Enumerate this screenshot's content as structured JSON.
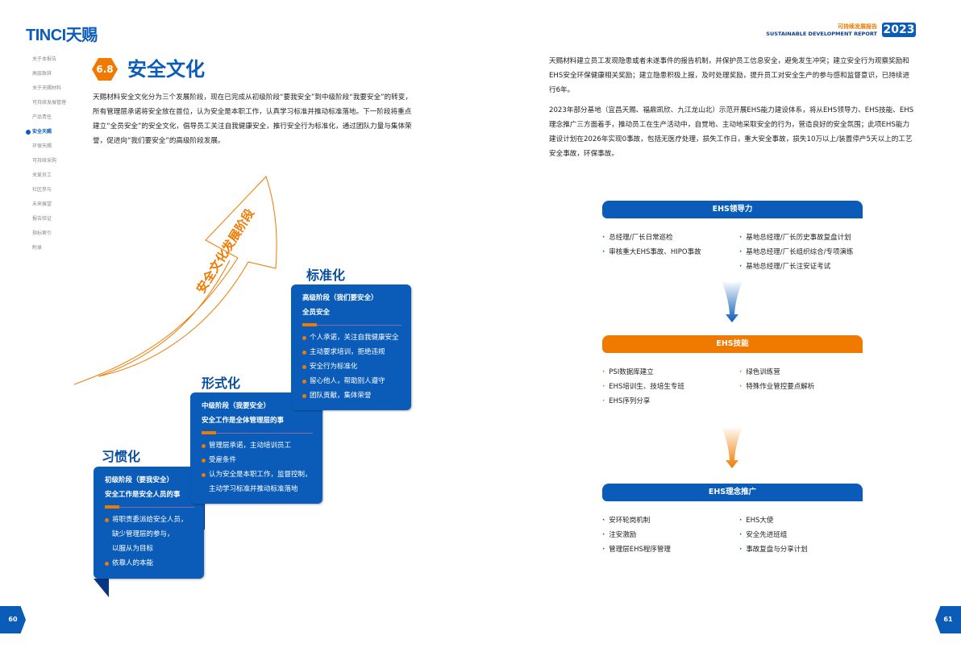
{
  "header": {
    "logo": "TINCI天赐",
    "report_cn": "可持续发展报告",
    "report_en": "SUSTAINABLE DEVELOPMENT REPORT",
    "year": "2023"
  },
  "sidebar": {
    "items": [
      {
        "label": "关于本报告"
      },
      {
        "label": "高层致辞"
      },
      {
        "label": "关于天赐材料"
      },
      {
        "label": "可持续发展管理"
      },
      {
        "label": "产品责任"
      },
      {
        "label": "安全天赐",
        "active": true
      },
      {
        "label": "环保天赐"
      },
      {
        "label": "可持续采购"
      },
      {
        "label": "关爱员工"
      },
      {
        "label": "社区参与"
      },
      {
        "label": "未来展望"
      },
      {
        "label": "报告验证"
      },
      {
        "label": "指标索引"
      },
      {
        "label": "附录"
      }
    ]
  },
  "section": {
    "number": "6.8",
    "title": "安全文化"
  },
  "left_paragraph": "天赐材料安全文化分为三个发展阶段，现在已完成从初级阶段“要我安全”到中级阶段“我要安全”的转变，所有管理层承诺将安全放在首位，认为安全是本职工作，认真学习标准并推动标准落地。下一阶段将重点建立“全员安全”的安全文化，倡导员工关注自我健康安全，推行安全行为标准化，通过团队力量与集体荣誉，促进向“我们要安全”的高级阶段发展。",
  "arrow_label": "安全文化发展阶段",
  "stages": [
    {
      "name": "习惯化",
      "level": "初级阶段（要我安全）",
      "subtitle": "安全工作是安全人员的事",
      "bullets": [
        [
          "将职责委派给安全人员，",
          "缺少管理层的参与，",
          "以服从为目标"
        ],
        [
          "依靠人的本能"
        ]
      ]
    },
    {
      "name": "形式化",
      "level": "中级阶段（我要安全）",
      "subtitle": "安全工作是全体管理层的事",
      "bullets": [
        [
          "管理层承诺，主动培训员工"
        ],
        [
          "受雇条件"
        ],
        [
          "认为安全是本职工作，监督控制，",
          "主动学习标准并推动标准落地"
        ]
      ]
    },
    {
      "name": "标准化",
      "level": "高级阶段（我们要安全）",
      "subtitle": "全员安全",
      "bullets": [
        [
          "个人承诺，关注自我健康安全"
        ],
        [
          "主动要求培训，拒绝违规"
        ],
        [
          "安全行为标准化"
        ],
        [
          "留心他人，帮助别人遵守"
        ],
        [
          "团队贡献，集体荣誉"
        ]
      ]
    }
  ],
  "right_paragraphs": [
    "天赐材料建立员工发现隐患或者未遂事件的报告机制，并保护员工信息安全，避免发生冲突；建立安全行为观察奖励和EHS安全环保健康相关奖励；建立隐患积极上报，及时处理奖励，提升员工对安全生产的参与感和监督意识，已持续进行6年。",
    "2023年部分基地（宜昌天赐、福鼎凯欣、九江龙山北）示范开展EHS能力建设体系，将从EHS领导力、EHS技能、EHS理念推广三方面着手，推动员工在生产活动中，自觉地、主动地采取安全的行为，营造良好的安全氛围；此项EHS能力建设计划在2026年实现0事故，包括无医疗处理，损失工作日，重大安全事故，损失10万以上/装置停产5天以上的工艺安全事故，环保事故。"
  ],
  "ehs": [
    {
      "title": "EHS领导力",
      "color": "#0a5cb8",
      "left": [
        "总经理/厂长日常巡检",
        "审核重大EHS事故、HIPO事故"
      ],
      "right": [
        "基地总经理/厂长历史事故复盘计划",
        "基地总经理/厂长组织综合/专项演练",
        "基地总经理/厂长注安证考试"
      ]
    },
    {
      "title": "EHS技能",
      "color": "#f07a00",
      "left": [
        "PSI数据库建立",
        "EHS培训生、技培生专班",
        "EHS序列分享"
      ],
      "right": [
        "绿色训练营",
        "特殊作业管控要点解析"
      ]
    },
    {
      "title": "EHS理念推广",
      "color": "#0a5cb8",
      "left": [
        "安环轮岗机制",
        "注安激励",
        "管理层EHS程序管理"
      ],
      "right": [
        "EHS大使",
        "安全先进班组",
        "事故复盘与分享计划"
      ]
    }
  ],
  "pages": {
    "left": "60",
    "right": "61"
  }
}
